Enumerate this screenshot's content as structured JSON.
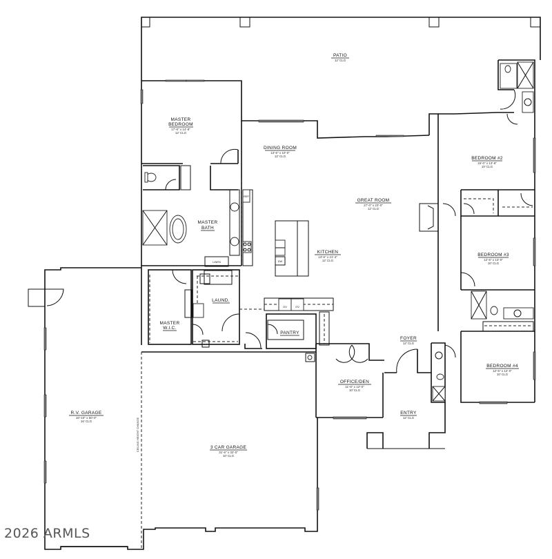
{
  "plan": {
    "rooms": [
      {
        "id": "patio",
        "name": "PATIO",
        "ceiling": "12' CLG"
      },
      {
        "id": "master-bedroom",
        "name": "MASTER BEDROOM",
        "line1": "MASTER",
        "line2": "BEDROOM",
        "size": "17'-6\" x 14'-8\"",
        "ceiling": "12' CLG"
      },
      {
        "id": "dining-room",
        "name": "DINING ROOM",
        "size": "13'-6\" x 10'-0\"",
        "ceiling": "12' CLG"
      },
      {
        "id": "great-room",
        "name": "GREAT ROOM",
        "size": "27'-0\" x 23'-0\"",
        "ceiling": "12' CLG"
      },
      {
        "id": "bedroom-2",
        "name": "BEDROOM #2",
        "size": "15'-0\" x 13'-8\"",
        "ceiling": "10' CLG"
      },
      {
        "id": "master-bath",
        "name": "MASTER BATH",
        "line1": "MASTER",
        "line2": "BATH"
      },
      {
        "id": "kitchen",
        "name": "KITCHEN",
        "size": "13'-6\" x 21'-4\"",
        "ceiling": "12' CLG"
      },
      {
        "id": "bedroom-3",
        "name": "BEDROOM #3",
        "size": "12'-6\" x 13'-0\"",
        "ceiling": "10' CLG"
      },
      {
        "id": "laundry",
        "name": "LAUND."
      },
      {
        "id": "master-wic",
        "name": "MASTER W.I.C.",
        "line1": "MASTER",
        "line2": "W.I.C."
      },
      {
        "id": "pantry",
        "name": "PANTRY"
      },
      {
        "id": "foyer",
        "name": "FOYER",
        "ceiling": "12' CLG"
      },
      {
        "id": "bedroom-4",
        "name": "BEDROOM #4",
        "size": "12'-6\" x 12'-0\"",
        "ceiling": "10' CLG"
      },
      {
        "id": "office-den",
        "name": "OFFICE/DEN",
        "size": "11'-6\" x 12'-0\"",
        "ceiling": "10' CLG"
      },
      {
        "id": "entry",
        "name": "ENTRY",
        "ceiling": "12' CLG"
      },
      {
        "id": "rv-garage",
        "name": "R.V. GARAGE",
        "size": "16'-10\" x 50'-0\"",
        "ceiling": "16' CLG"
      },
      {
        "id": "three-car-garage",
        "name": "3 CAR GARAGE",
        "size": "31'-6\" x 32'-0\"",
        "ceiling": "10' CLG"
      }
    ],
    "annotations": {
      "ceiling_height_change": "CEILING HEIGHT CHANGE",
      "linen": "LINEN",
      "refrigerator": "REF",
      "microwave": "MW",
      "dishwasher": "DW",
      "oven": "OV"
    },
    "watermark": "2026 ARMLS"
  }
}
